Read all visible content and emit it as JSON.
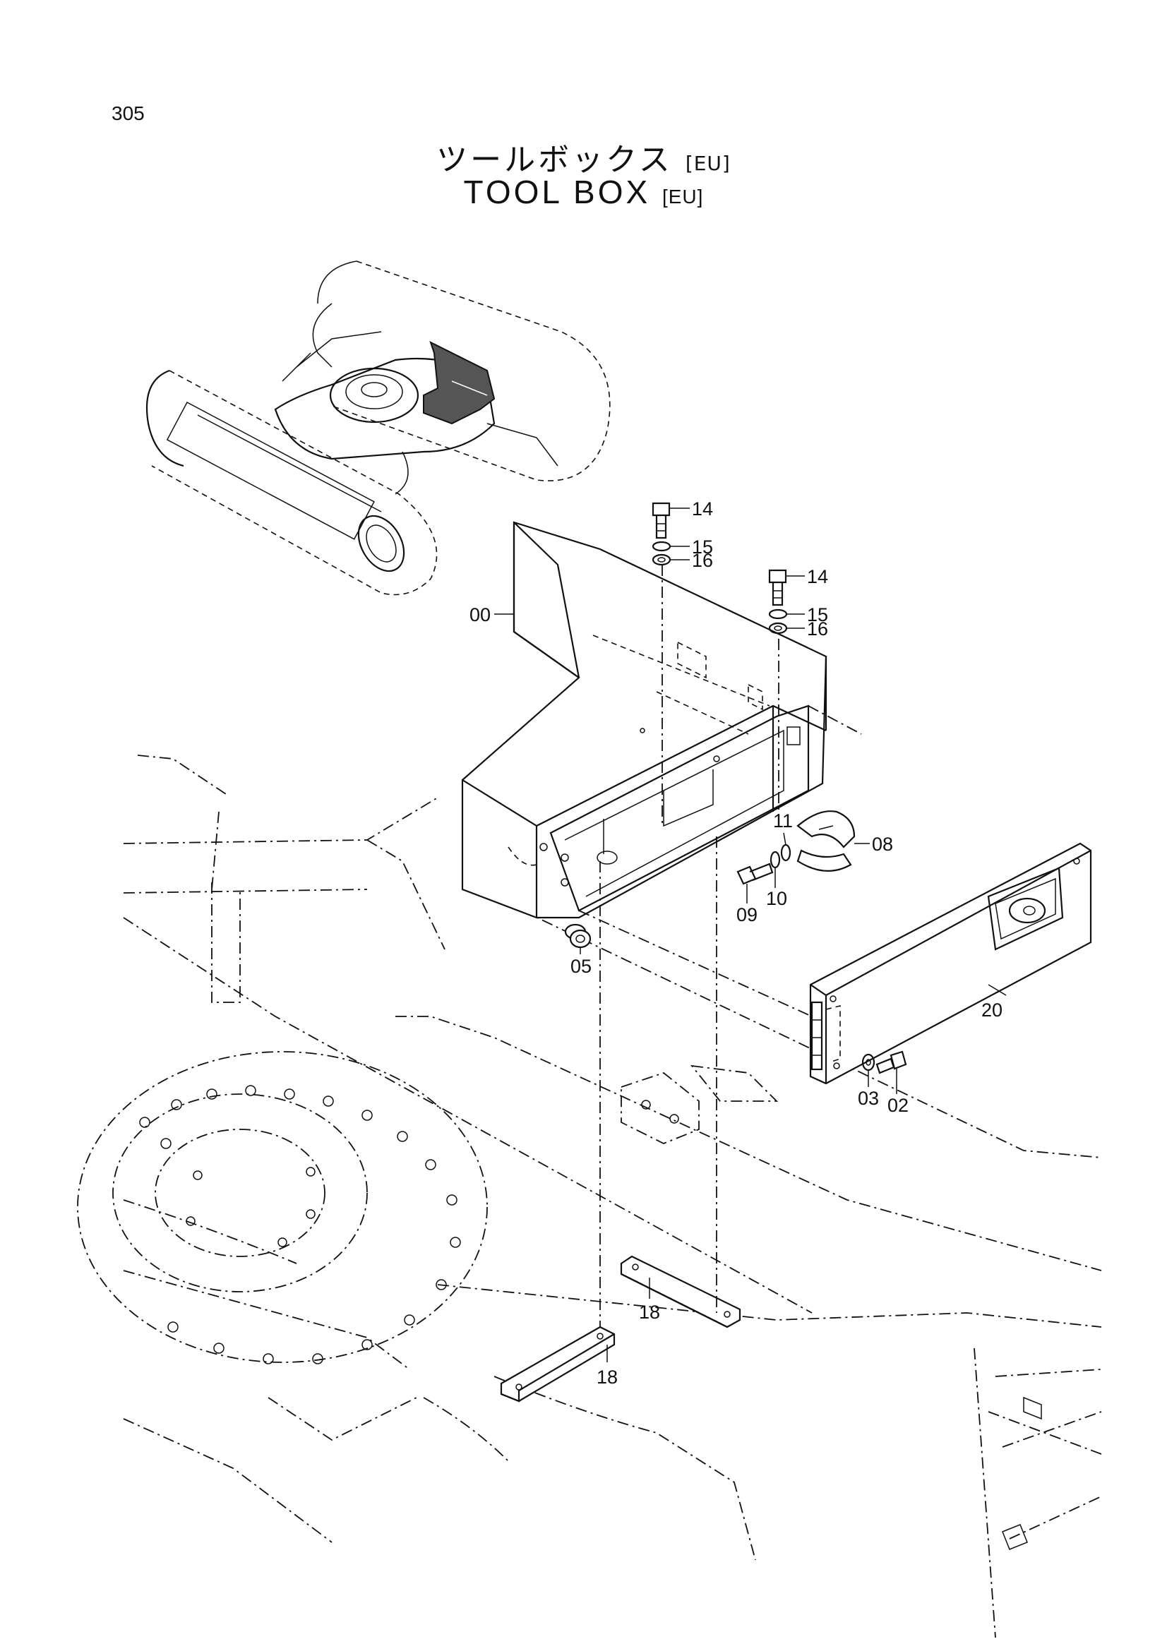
{
  "page_number": "305",
  "title_jp": "ツールボックス",
  "title_en": "TOOL  BOX",
  "region_tag": "[EU]",
  "callouts": {
    "p00": "00",
    "p02": "02",
    "p03": "03",
    "p05": "05",
    "p08": "08",
    "p09": "09",
    "p10": "10",
    "p11": "11",
    "p14a": "14",
    "p15a": "15",
    "p16a": "16",
    "p14b": "14",
    "p15b": "15",
    "p16b": "16",
    "p18a": "18",
    "p18b": "18",
    "p20": "20"
  }
}
